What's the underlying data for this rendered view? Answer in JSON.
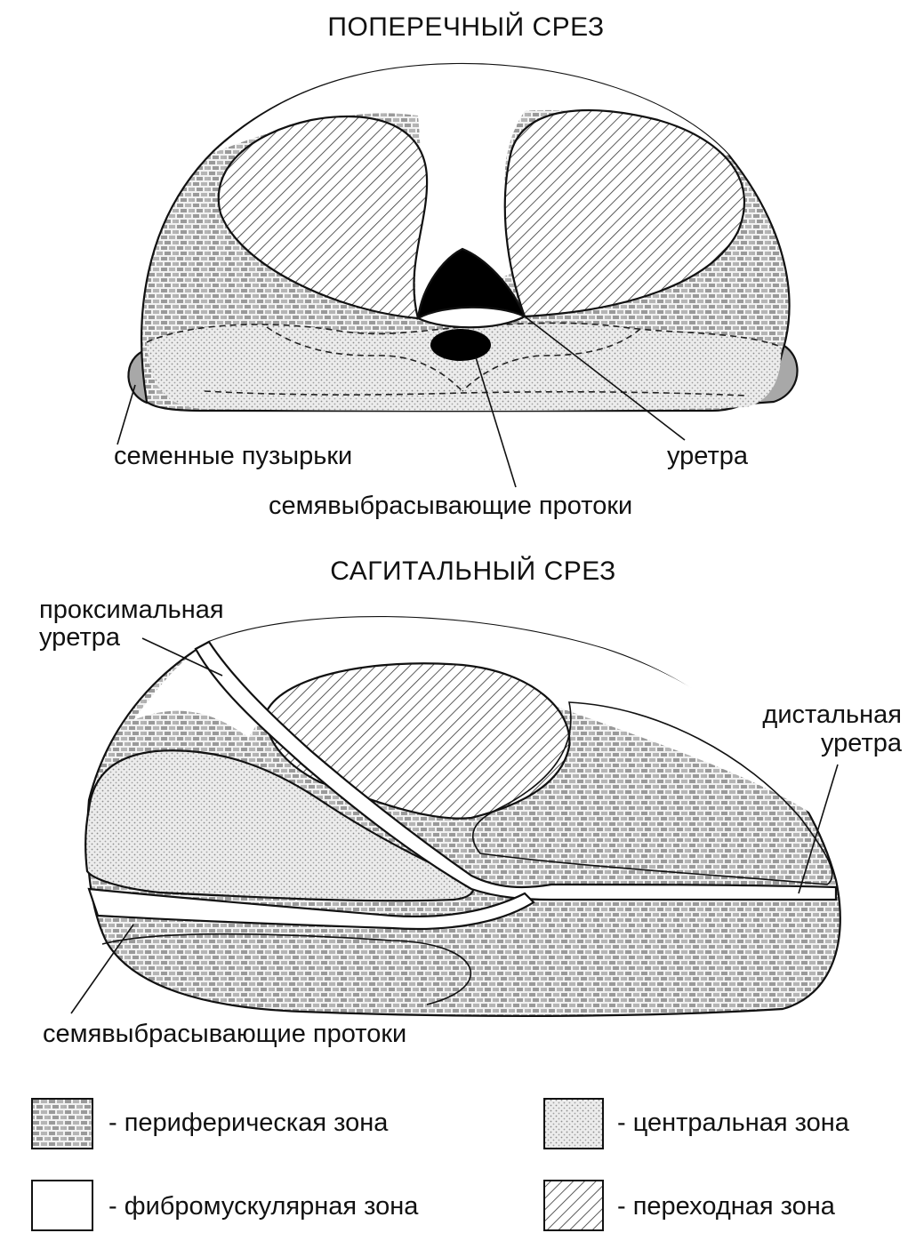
{
  "transverse": {
    "title": "ПОПЕРЕЧНЫЙ СРЕЗ",
    "labels": {
      "seminal_vesicles": "семенные пузырьки",
      "urethra": "уретра",
      "ejaculatory_ducts": "семявыбрасывающие протоки"
    }
  },
  "sagittal": {
    "title": "САГИТАЛЬНЫЙ СРЕЗ",
    "labels": {
      "proximal_urethra_1": "проксимальная",
      "proximal_urethra_2": "уретра",
      "distal_urethra_1": "дистальная",
      "distal_urethra_2": "уретра",
      "ejaculatory_ducts": "семявыбрасывающие протоки"
    }
  },
  "legend": {
    "peripheral": "- периферическая зона",
    "central": "- центральная зона",
    "fibromuscular": "- фибромускулярная зона",
    "transition": "- переходная зона"
  }
}
